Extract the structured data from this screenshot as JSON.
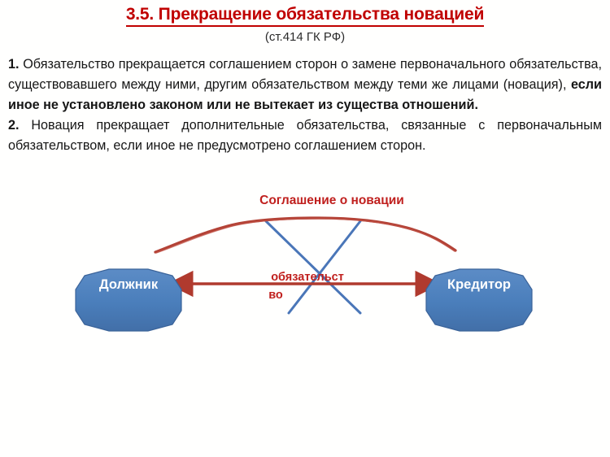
{
  "slide": {
    "title": "3.5. Прекращение обязательства новацией",
    "subtitle": "(ст.414 ГК РФ)",
    "title_color": "#C00000"
  },
  "body": {
    "paragraph1": {
      "number": "1.",
      "text_normal": " Обязательство прекращается соглашением сторон о замене первоначального обязательства, существовавшего между ними, другим обязательством между теми же лицами (новация), ",
      "text_bold": "если иное не установлено законом или не вытекает из существа отношений."
    },
    "paragraph2": {
      "number": "2.",
      "text_normal": " Новация прекращает дополнительные обязательства, связанные с первоначальным обязательством, если иное не предусмотрено соглашением сторон."
    }
  },
  "diagram": {
    "agreement_label": "Соглашение о новации",
    "obligation_label_line1": "обязательст",
    "obligation_label_line2": "во",
    "node_left": "Должник",
    "node_right": "Кредитор",
    "colors": {
      "node_fill": "#4A7EBB",
      "node_stroke": "#3B6399",
      "node_text": "#FFFFFF",
      "arrow_red": "#B03A2E",
      "curve_red": "#B34236",
      "cross_blue": "#4A76B8",
      "label_red": "#C0201E"
    }
  }
}
